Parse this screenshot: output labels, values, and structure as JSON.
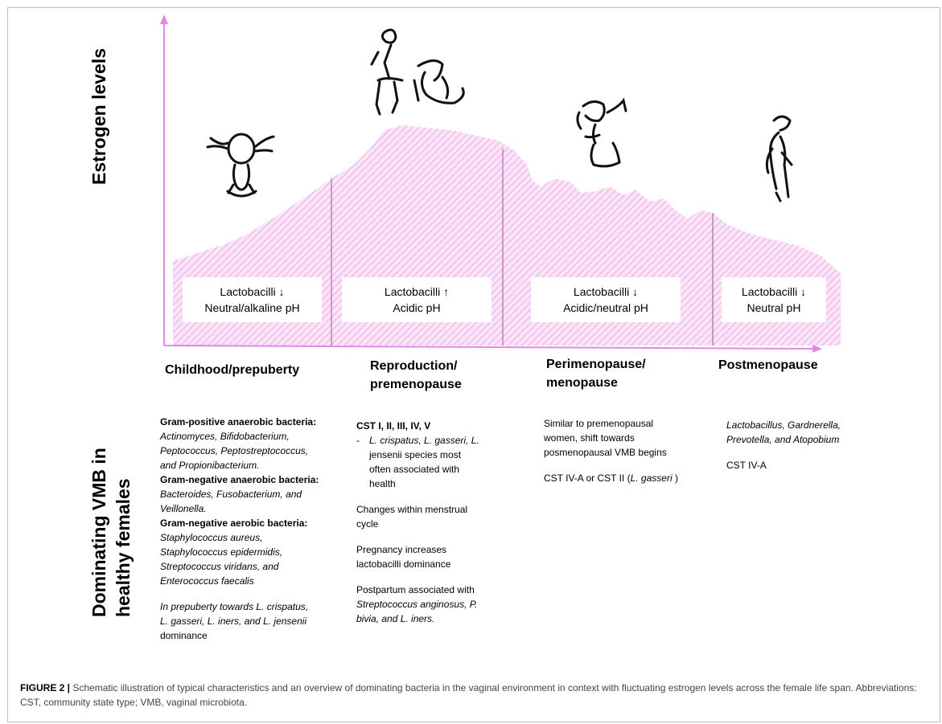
{
  "axis": {
    "y_label": "Estrogen levels",
    "bottom_label_line1": "Dominating VMB in",
    "bottom_label_line2": "healthy females"
  },
  "stages": [
    {
      "name": "Childhood/prepuberty",
      "box_line1": "Lactobacilli ↓",
      "box_line2": "Neutral/alkaline pH",
      "details": [
        {
          "text": "Gram-positive anaerobic bacteria:",
          "style": "bold"
        },
        {
          "text": "Actinomyces, Bifidobacterium,",
          "style": "italic"
        },
        {
          "text": "Peptococcus, Peptostreptococcus,",
          "style": "italic"
        },
        {
          "text": "and Propionibacterium.",
          "style": "mixed"
        },
        {
          "text": "Gram-negative anaerobic bacteria:",
          "style": "bold"
        },
        {
          "text": "Bacteroides, Fusobacterium, and",
          "style": "mixed"
        },
        {
          "text": "Veillonella.",
          "style": "italic"
        },
        {
          "text": "Gram-negative aerobic bacteria:",
          "style": "bold"
        },
        {
          "text": "Staphylococcus aureus,",
          "style": "italic"
        },
        {
          "text": "Staphylococcus epidermidis,",
          "style": "italic"
        },
        {
          "text": "Streptococcus viridans, and",
          "style": "mixed"
        },
        {
          "text": "Enterococcus faecalis",
          "style": "italic"
        },
        {
          "text": "",
          "style": "spacer"
        },
        {
          "text": "In prepuberty towards L. crispatus,",
          "style": "mixed"
        },
        {
          "text": "L. gasseri, L. iners, and L. jensenii",
          "style": "mixed"
        },
        {
          "text": "dominance",
          "style": "normal"
        }
      ]
    },
    {
      "name_line1": "Reproduction/",
      "name_line2": "premenopause",
      "box_line1": "Lactobacilli ↑",
      "box_line2": "Acidic pH",
      "cst": "CST I, II, III,  IV, V",
      "bullet": [
        "L. crispatus, L. gasseri, L.",
        "jensenii species most",
        "often associated with",
        "health"
      ],
      "p2": [
        "Changes within menstrual",
        "cycle"
      ],
      "p3": [
        "Pregnancy increases",
        "lactobacilli dominance"
      ],
      "p4": [
        "Postpartum associated with",
        "Streptococcus anginosus, P.",
        "bivia, and L. iners."
      ]
    },
    {
      "name_line1": "Perimenopause/",
      "name_line2": "menopause",
      "box_line1": "Lactobacilli ↓",
      "box_line2": "Acidic/neutral pH",
      "p1": [
        "Similar to premenopausal",
        "women, shift towards",
        "posmenopausal VMB begins"
      ],
      "p2_pre": "CST IV-A or CST II (",
      "p2_it": "L. gasseri",
      "p2_post": " )"
    },
    {
      "name": "Postmenopause",
      "box_line1": "Lactobacilli ↓",
      "box_line2": "Neutral pH",
      "p1_line1": "Lactobacillus, Gardnerella,",
      "p1_line2": "Prevotella, and Atopobium",
      "p2": "CST IV-A"
    }
  ],
  "caption": {
    "label": "FIGURE 2 |",
    "text": " Schematic illustration of typical characteristics and an overview of dominating bacteria in the vaginal environment in context with fluctuating estrogen levels across the female life span. Abbreviations: CST, community state type; VMB, vaginal microbiota."
  },
  "colors": {
    "axis": "#e08ae0",
    "fill_hatch": "#f1c3ec",
    "divider": "#b06ab0",
    "sketch": "#111111"
  }
}
